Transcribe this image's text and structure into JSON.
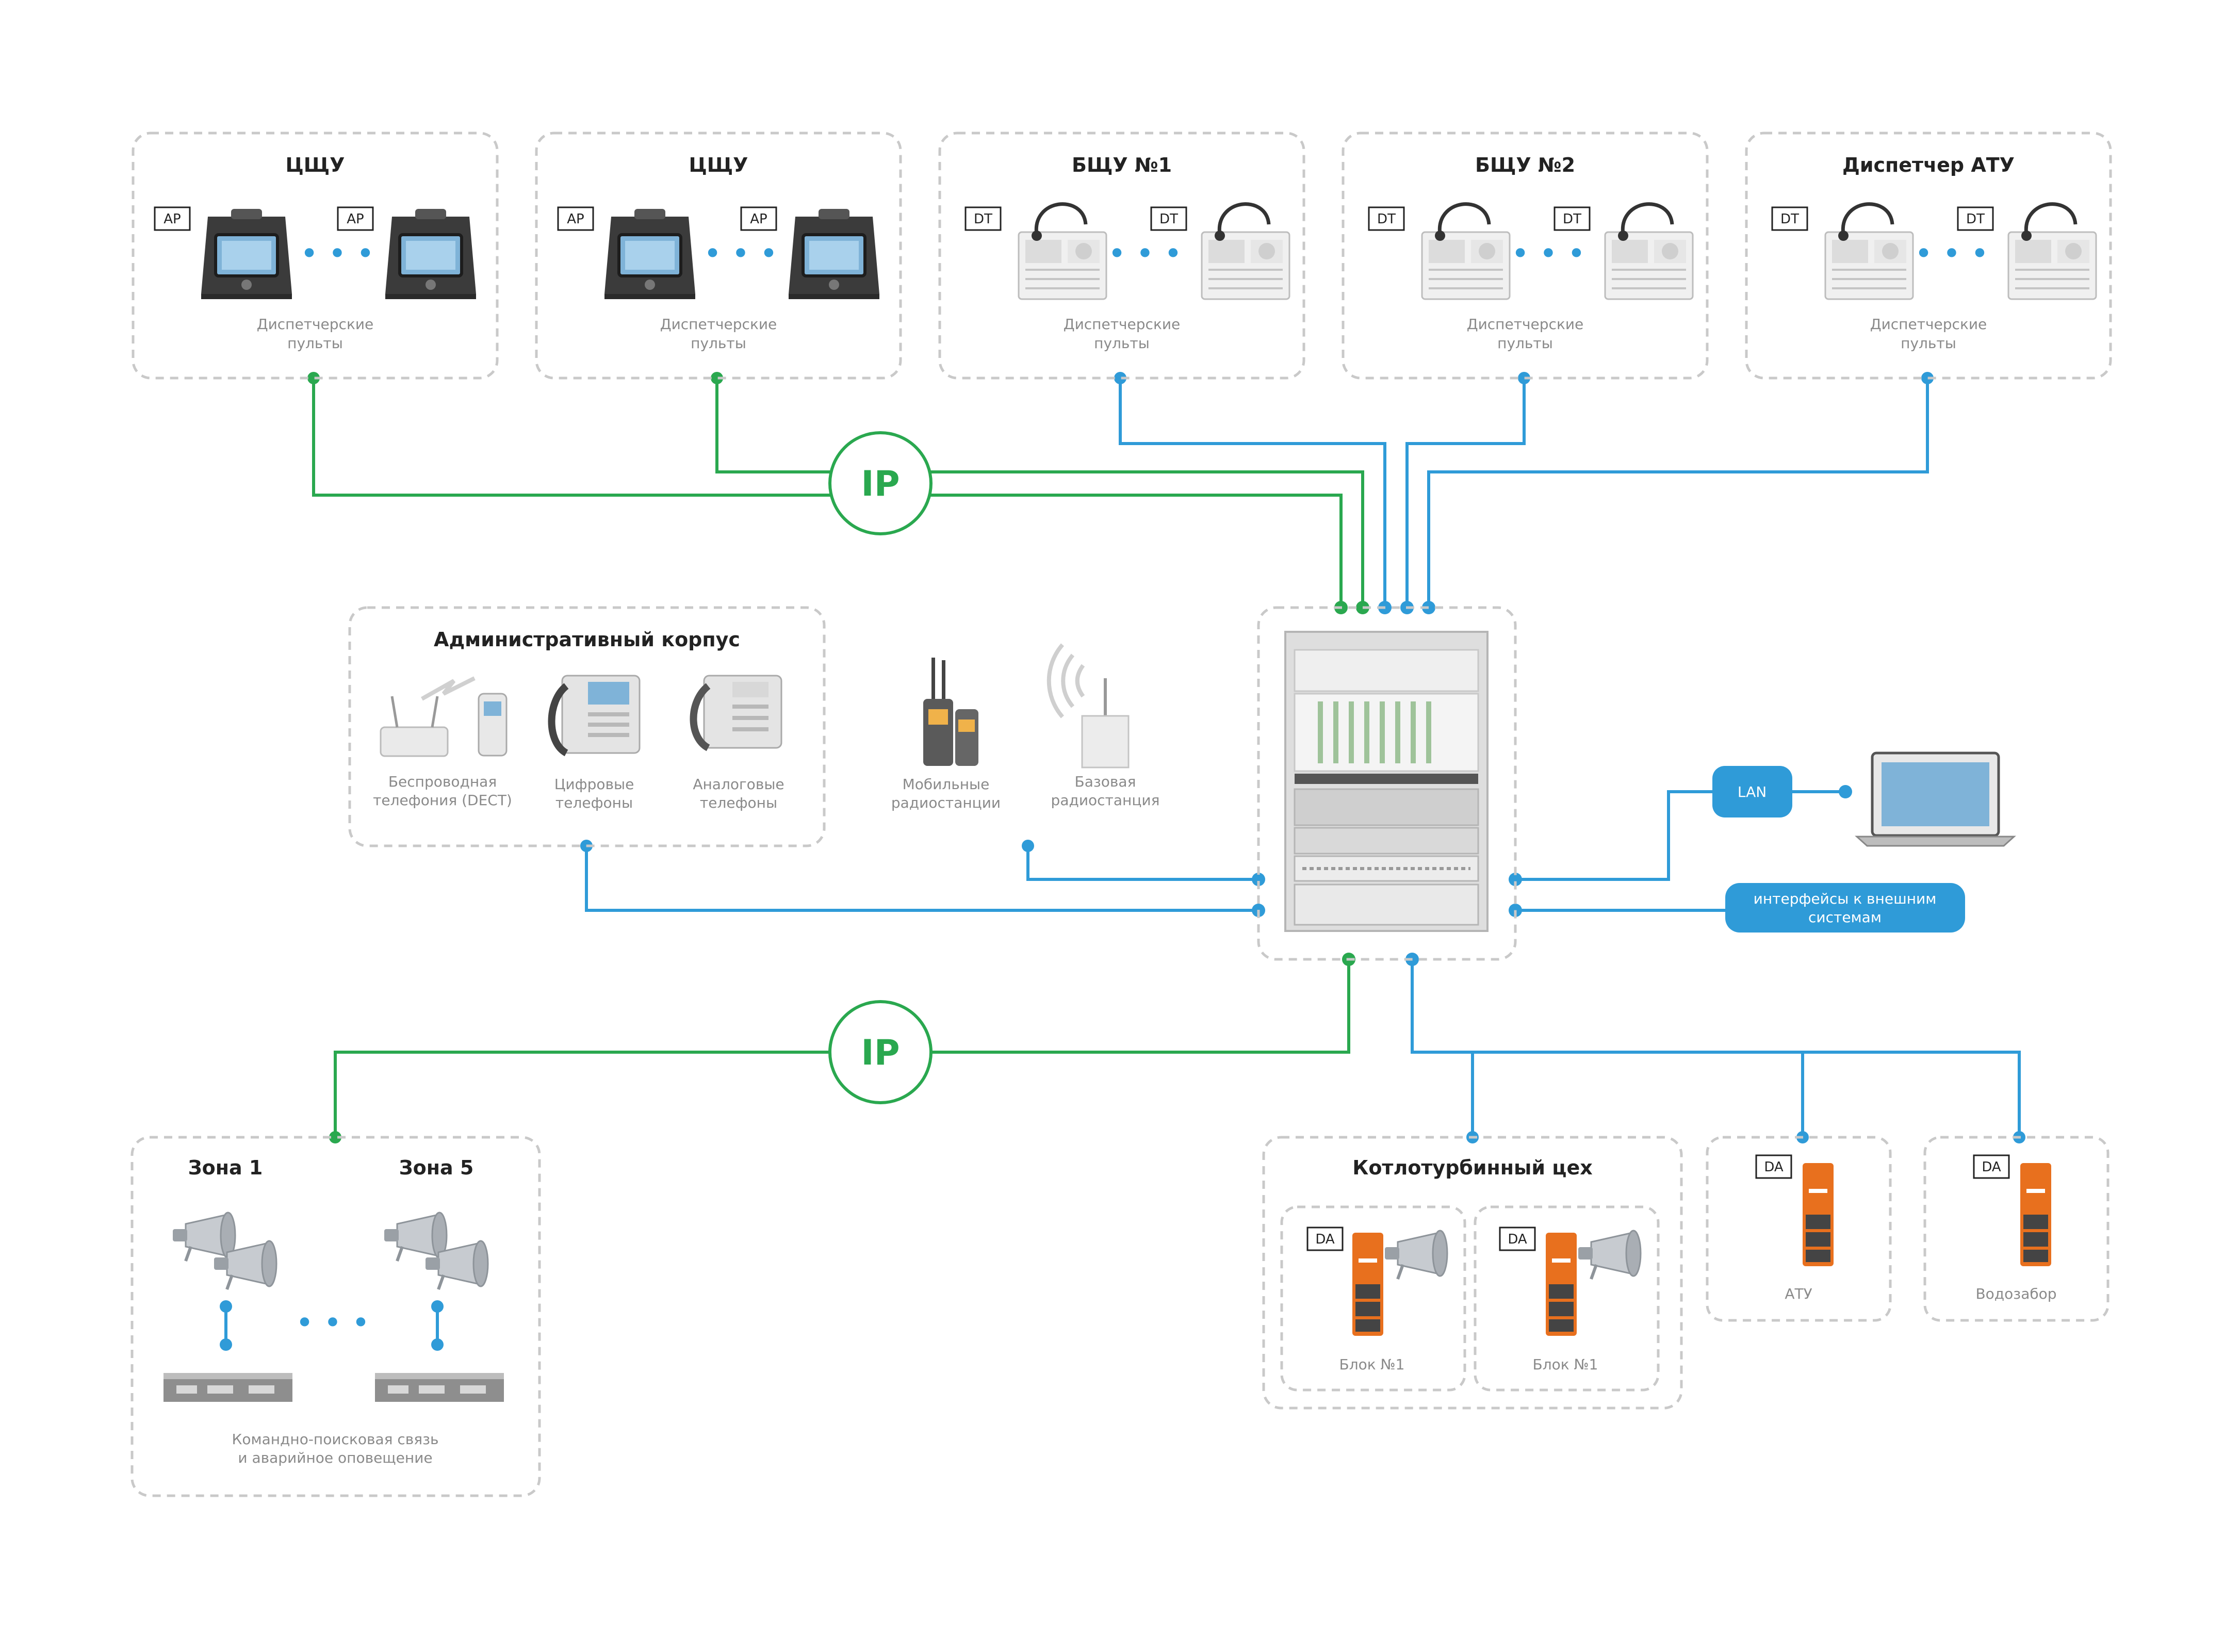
{
  "colors": {
    "green": "#2aa84f",
    "blue": "#2f9bd8",
    "panel_border": "#c9c9c9",
    "orange": "#e8701e"
  },
  "top_panels": [
    {
      "title": "ЦЩУ",
      "tag": "AP",
      "caption": [
        "Диспетчерские",
        "пульты"
      ]
    },
    {
      "title": "ЦЩУ",
      "tag": "AP",
      "caption": [
        "Диспетчерские",
        "пульты"
      ]
    },
    {
      "title": "БЩУ №1",
      "tag": "DT",
      "caption": [
        "Диспетчерские",
        "пульты"
      ]
    },
    {
      "title": "БЩУ №2",
      "tag": "DT",
      "caption": [
        "Диспетчерские",
        "пульты"
      ]
    },
    {
      "title": "Диспетчер АТУ",
      "tag": "DT",
      "caption": [
        "Диспетчерские",
        "пульты"
      ]
    }
  ],
  "ip_labels": [
    "IP",
    "IP"
  ],
  "admin": {
    "title": "Административный корпус",
    "items": [
      {
        "caption": [
          "Беспроводная",
          "телефония (DECT)"
        ]
      },
      {
        "caption": [
          "Цифровые",
          "телефоны"
        ]
      },
      {
        "caption": [
          "Аналоговые",
          "телефоны"
        ]
      }
    ]
  },
  "radio": {
    "mobile": [
      "Мобильные",
      "радиостанции"
    ],
    "base": [
      "Базовая",
      "радиостанция"
    ]
  },
  "right": {
    "lan": "LAN",
    "interfaces": [
      "интерфейсы к внешним",
      "системам"
    ]
  },
  "zones": {
    "zone1": "Зона 1",
    "zone5": "Зона 5",
    "caption": [
      "Командно-поисковая связь",
      "и аварийное оповещение"
    ]
  },
  "boiler": {
    "title": "Котлотурбинный цех",
    "blocks": [
      {
        "tag": "DA",
        "caption": "Блок №1"
      },
      {
        "tag": "DA",
        "caption": "Блок №1"
      }
    ]
  },
  "small_panels": [
    {
      "tag": "DA",
      "caption": "АТУ"
    },
    {
      "tag": "DA",
      "caption": "Водозабор"
    }
  ],
  "dots": "• • •"
}
